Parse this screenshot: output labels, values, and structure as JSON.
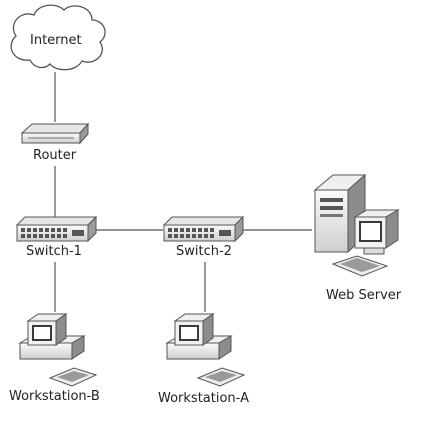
{
  "nodes": {
    "internet": "Internet",
    "router": "Router",
    "switch1": "Switch-1",
    "switch2": "Switch-2",
    "web_server": "Web Server",
    "workstation_a": "Workstation-A",
    "workstation_b": "Workstation-B"
  },
  "icons": {
    "internet": "cloud-icon",
    "router": "router-icon",
    "switch": "network-switch-icon",
    "server": "server-computer-icon",
    "workstation": "desktop-computer-icon"
  },
  "colors": {
    "line": "#555555",
    "device_fill": "#f2f2f2",
    "device_dark": "#6b6b6b"
  }
}
